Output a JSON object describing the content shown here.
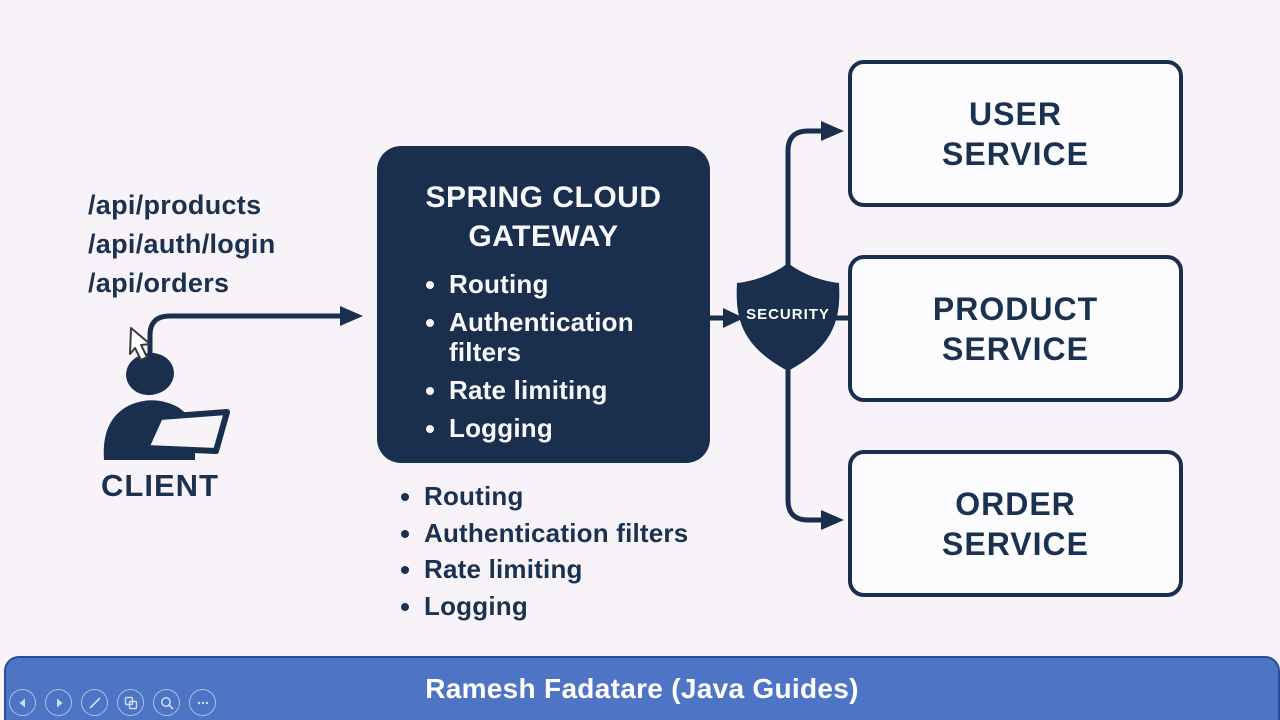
{
  "colors": {
    "navy": "#1a2f4e",
    "background": "#f7f3f9",
    "service_box_fill": "#fcfbfd",
    "footer_blue": "#4d74c5",
    "footer_border": "#2c4c93",
    "white_text": "#ffffff"
  },
  "client": {
    "request_paths": [
      "/api/products",
      "/api/auth/login",
      "/api/orders"
    ],
    "label": "CLIENT",
    "icon": "person-with-laptop-icon",
    "cursor": "mouse-cursor-icon"
  },
  "gateway": {
    "title_line1": "SPRING CLOUD",
    "title_line2": "GATEWAY",
    "bullets": [
      "Routing",
      "Authentication filters",
      "Rate limiting",
      "Logging"
    ]
  },
  "features_list": {
    "items": [
      "Routing",
      "Authentication filters",
      "Rate limiting",
      "Logging"
    ]
  },
  "security": {
    "label": "SECURITY",
    "icon": "shield-icon"
  },
  "services": [
    {
      "line1": "USER",
      "line2": "SERVICE"
    },
    {
      "line1": "PRODUCT",
      "line2": "SERVICE"
    },
    {
      "line1": "ORDER",
      "line2": "SERVICE"
    }
  ],
  "footer": {
    "credit": "Ramesh Fadatare (Java Guides)",
    "toolbar_icons": [
      "previous-slide-icon",
      "next-slide-icon",
      "pen-icon",
      "see-all-slides-icon",
      "zoom-icon",
      "more-options-icon"
    ]
  }
}
